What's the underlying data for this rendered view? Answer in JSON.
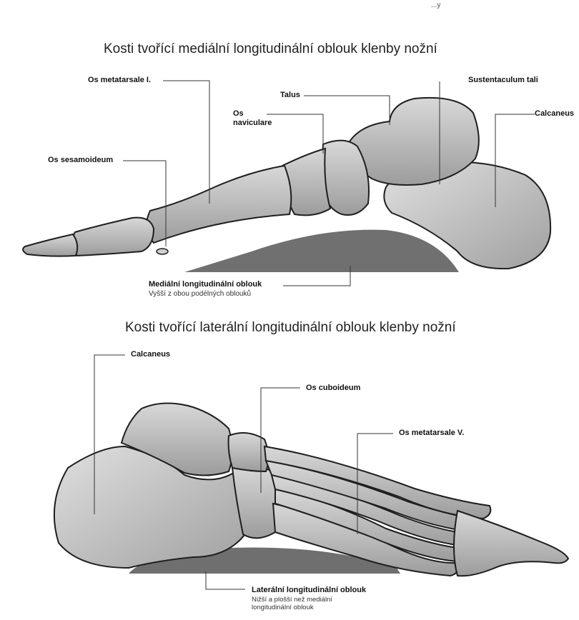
{
  "corner_text": "...y",
  "medial": {
    "title": "Kosti tvořící mediální longitudinální oblouk klenby nožní",
    "labels": {
      "os_metatarsale_i": "Os metatarsale I.",
      "os_sesamoideum": "Os sesamoideum",
      "talus": "Talus",
      "os_naviculare": "Os\nnaviculare",
      "sustentaculum_tali": "Sustentaculum tali",
      "calcaneus": "Calcaneus"
    },
    "arch_caption": "Mediální longitudinální oblouk",
    "arch_note": "Vyšší z obou podélných oblouků"
  },
  "lateral": {
    "title": "Kosti tvořící laterální longitudinální oblouk klenby nožní",
    "labels": {
      "calcaneus": "Calcaneus",
      "os_cuboideum": "Os cuboideum",
      "os_metatarsale_v": "Os metatarsale V."
    },
    "arch_caption": "Laterální longitudinální oblouk",
    "arch_note": "Nižší a plošší než mediální\nlongitudinální oblouk"
  },
  "colors": {
    "bone": "#b3b3b3",
    "bone_light": "#d4d4d4",
    "bone_outline": "#1e1e1e",
    "arch_fill": "#6f6f6f",
    "leader": "#333333"
  }
}
